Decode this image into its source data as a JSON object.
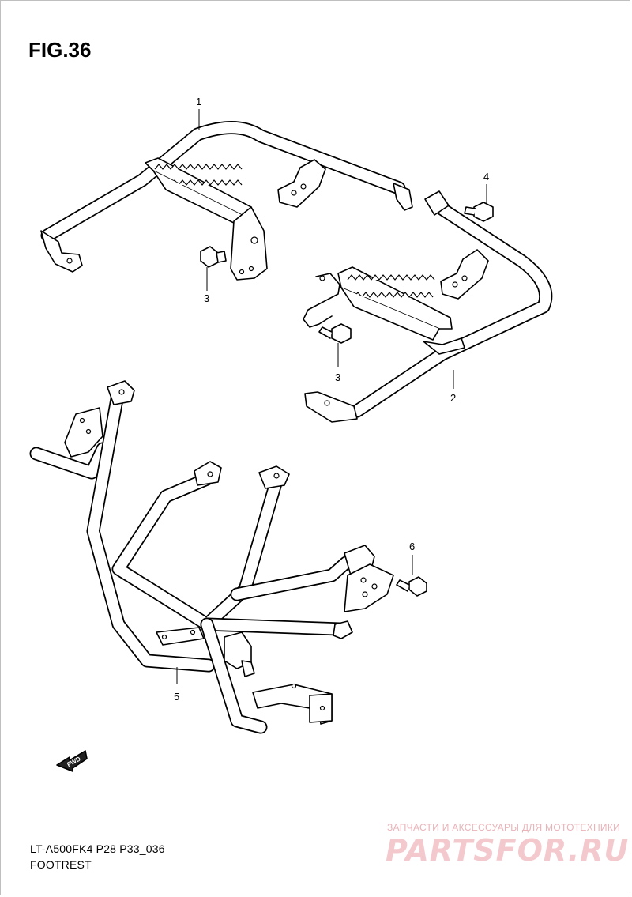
{
  "figure": {
    "title": "FIG.36",
    "model_code": "LT-A500FK4 P28 P33_036",
    "section": "FOOTREST"
  },
  "callouts": [
    {
      "label": "1"
    },
    {
      "label": "2"
    },
    {
      "label": "3"
    },
    {
      "label": "3"
    },
    {
      "label": "4"
    },
    {
      "label": "5"
    },
    {
      "label": "6"
    }
  ],
  "forward_arrow": {
    "label": "FWD"
  },
  "watermark": {
    "tagline": "ЗАПЧАСТИ И АКСЕССУАРЫ ДЛЯ МОТОТЕХНИКИ",
    "logo": "PARTSFOR.RU"
  },
  "colors": {
    "line": "#000000",
    "background": "#ffffff",
    "watermark": "#f3c9cd"
  }
}
